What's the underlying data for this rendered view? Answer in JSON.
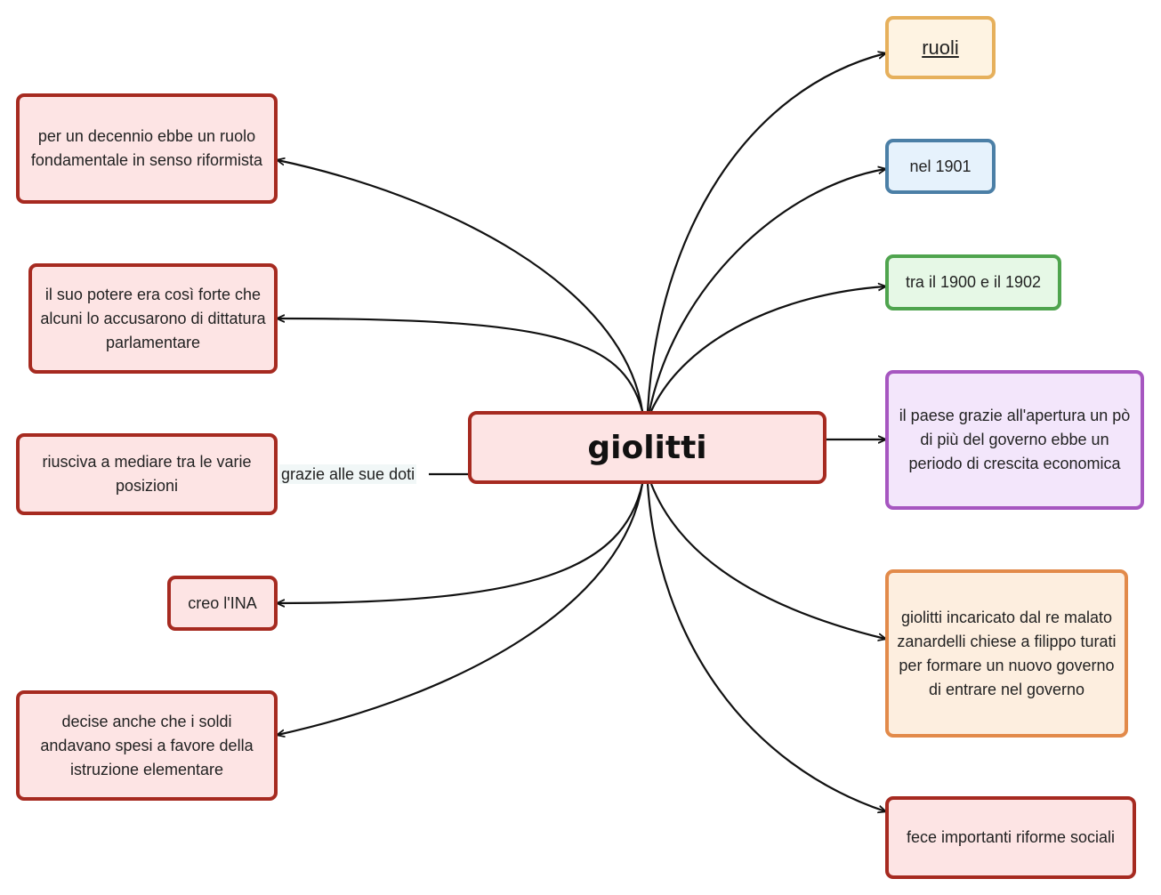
{
  "central": {
    "label": "giolitti"
  },
  "left_nodes": [
    {
      "id": "decennio",
      "label": "per un decennio ebbe un ruolo fondamentale in senso riformista"
    },
    {
      "id": "potere",
      "label": "il suo potere era così forte che alcuni lo accusarono di dittatura parlamentare"
    },
    {
      "id": "mediare",
      "label": "riusciva a mediare tra le varie posizioni"
    },
    {
      "id": "ina",
      "label": "creo l'INA"
    },
    {
      "id": "soldi",
      "label": "decise anche che i soldi andavano spesi a favore della istruzione elementare"
    }
  ],
  "right_nodes": [
    {
      "id": "ruoli",
      "label": "ruoli"
    },
    {
      "id": "1901",
      "label": "nel 1901"
    },
    {
      "id": "1900",
      "label": "tra il 1900 e il 1902"
    },
    {
      "id": "paese",
      "label": "il paese grazie all'apertura un pò di più del governo  ebbe un periodo di crescita economica"
    },
    {
      "id": "incaricato",
      "label": "giolitti incaricato dal re malato zanardelli chiese a filippo turati per formare un nuovo governo di entrare nel governo"
    },
    {
      "id": "riforme",
      "label": "fece importanti riforme sociali"
    }
  ],
  "edge_labels": {
    "mediare": "grazie alle sue doti"
  },
  "colors": {
    "red": "#a62a20",
    "yellow": "#e6b05c",
    "blue": "#4b7fa6",
    "green": "#4fa44e",
    "purple": "#a656c0",
    "orange": "#e28a4a"
  }
}
